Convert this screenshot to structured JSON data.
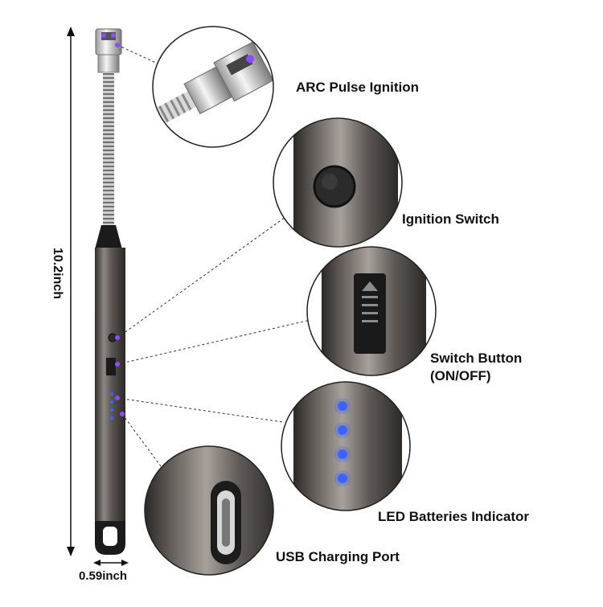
{
  "dimensions": {
    "height": "10.2inch",
    "width": "0.59inch"
  },
  "callouts": [
    {
      "label": "ARC Pulse Ignition",
      "icon": "arc-head-closeup"
    },
    {
      "label": "Ignition Switch",
      "icon": "round-push-button"
    },
    {
      "label": "Switch Button",
      "label2": "(ON/OFF)",
      "icon": "slide-switch"
    },
    {
      "label": "LED Batteries Indicator",
      "icon": "blue-led-dots"
    },
    {
      "label": "USB Charging Port",
      "icon": "usb-c-port"
    }
  ],
  "colors": {
    "body": "#4d4a48",
    "led": "#3b63ff",
    "arc": "#8a4dff"
  }
}
